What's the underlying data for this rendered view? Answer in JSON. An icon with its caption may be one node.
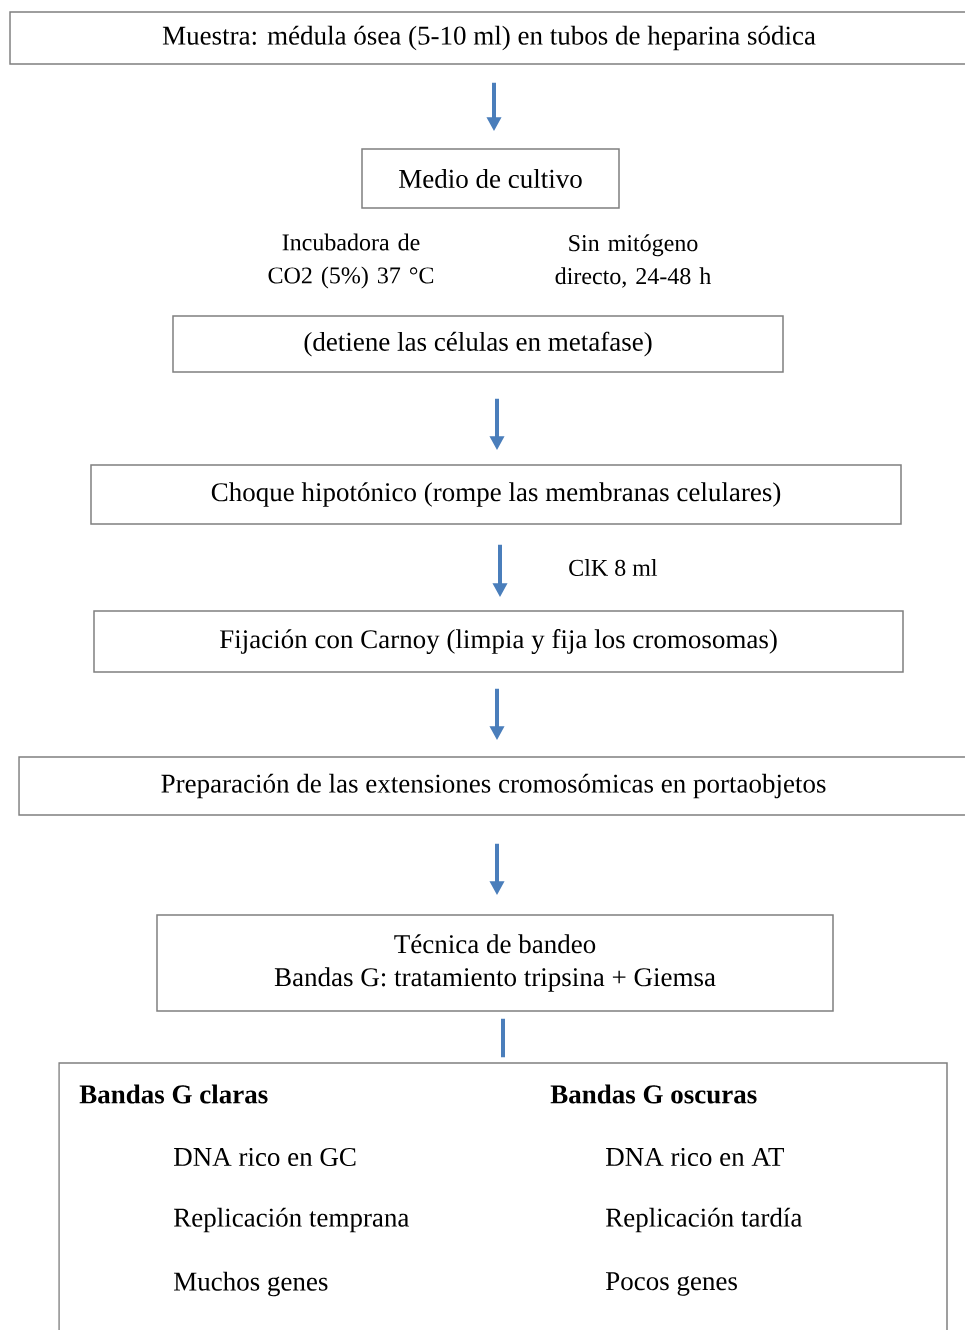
{
  "diagram": {
    "nodes": [
      {
        "text": [
          "Muestra: médula ósea (5-10 ml) en tubos de heparina sódica"
        ]
      },
      {
        "text": [
          "Medio de cultivo"
        ]
      },
      {
        "text": [
          "(detiene las células en metafase)"
        ]
      },
      {
        "text": [
          "Choque hipotónico (rompe las membranas celulares)"
        ]
      },
      {
        "text": [
          "Fijación con Carnoy (limpia y fija los cromosomas)"
        ]
      },
      {
        "text": [
          "Preparación de las extensiones cromosómicas en portaobjetos"
        ]
      },
      {
        "text": [
          "Técnica de bandeo",
          "Bandas G: tratamiento tripsina + Giemsa"
        ]
      },
      {
        "text": [
          "Bandas G claras",
          "Bandas G oscuras",
          "DNA rico en GC",
          "DNA rico en AT",
          "Replicación temprana",
          "Replicación tardía",
          "Muchos genes",
          "Pocos genes"
        ]
      }
    ],
    "edges": [
      {
        "from": 0,
        "to": 1,
        "arrow": "to"
      },
      {
        "from": 2,
        "to": 3,
        "arrow": "to"
      },
      {
        "from": 3,
        "to": 4,
        "arrow": "to",
        "label": "ClK 8 ml"
      },
      {
        "from": 4,
        "to": 5,
        "arrow": "to"
      },
      {
        "from": 5,
        "to": 6,
        "arrow": "to"
      },
      {
        "from": 6,
        "to": 7,
        "arrow": "none"
      }
    ],
    "labels": [
      "Incubadora de CO2 (5%) 37 °C",
      "Sin mitógeno directo, 24-48 h"
    ]
  }
}
